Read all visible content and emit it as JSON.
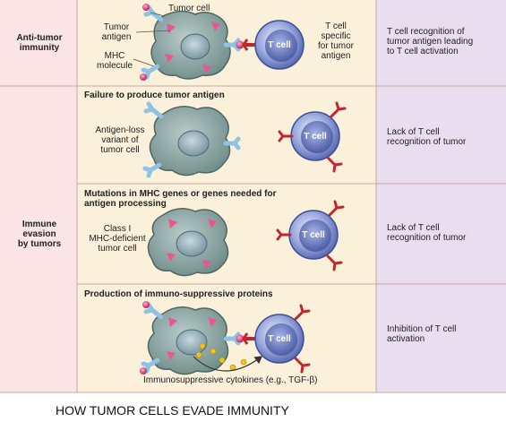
{
  "rows": {
    "anti_tumor": {
      "label": "Anti-tumor\nimmunity",
      "tumor_cell": "Tumor cell",
      "tumor_antigen": "Tumor\nantigen",
      "mhc_molecule": "MHC\nmolecule",
      "t_cell": "T cell",
      "t_cell_specific": "T cell\nspecific\nfor tumor\nantigen",
      "outcome": "T cell recognition of\ntumor antigen leading\nto T cell activation"
    },
    "evasion": {
      "label": "Immune\nevasion\nby tumors",
      "panels": [
        {
          "heading": "Failure to produce tumor antigen",
          "cell_label": "Antigen-loss\nvariant of\ntumor cell",
          "t_cell": "T cell",
          "outcome": "Lack of T cell\nrecognition of tumor"
        },
        {
          "heading": "Mutations in MHC genes or genes needed for\nantigen processing",
          "cell_label": "Class I\nMHC-deficient\ntumor cell",
          "t_cell": "T cell",
          "outcome": "Lack of T cell\nrecognition of tumor"
        },
        {
          "heading": "Production of immuno-suppressive proteins",
          "cell_label": "Immunosuppressive cytokines (e.g., TGF-β)",
          "t_cell": "T cell",
          "outcome": "Inhibition of T cell\nactivation"
        }
      ]
    }
  },
  "caption": "HOW TUMOR CELLS EVADE IMMUNITY",
  "colors": {
    "label_column": "#fbe4e6",
    "center_panel": "#fbf0d9",
    "outcome_column": "#e9ddf0",
    "tumor_cell": "#7f9a98",
    "t_cell": "#7d8fc9",
    "receptor": "#c0272d",
    "mhc": "#8fc2e3",
    "antigen": "#e8588f",
    "cytokine": "#f0c419"
  }
}
